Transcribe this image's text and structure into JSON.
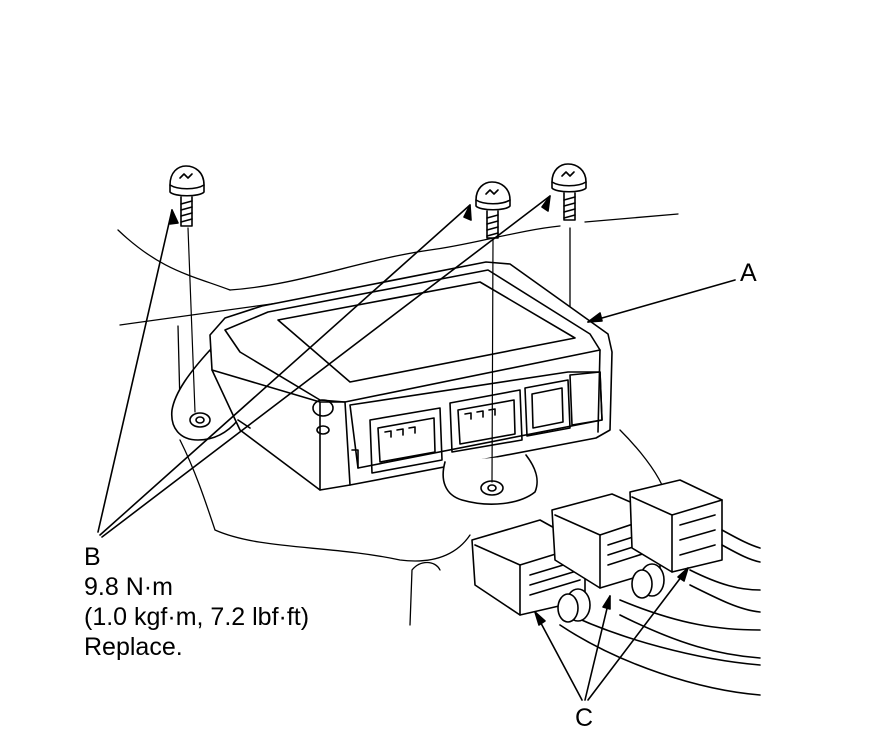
{
  "callouts": {
    "a": {
      "letter": "A"
    },
    "b": {
      "letter": "B",
      "torque": "9.8 N·m",
      "torque_alt": "(1.0 kgf·m, 7.2 lbf·ft)",
      "note": "Replace."
    },
    "c": {
      "letter": "C"
    }
  },
  "colors": {
    "line": "#000000",
    "background": "#ffffff"
  }
}
